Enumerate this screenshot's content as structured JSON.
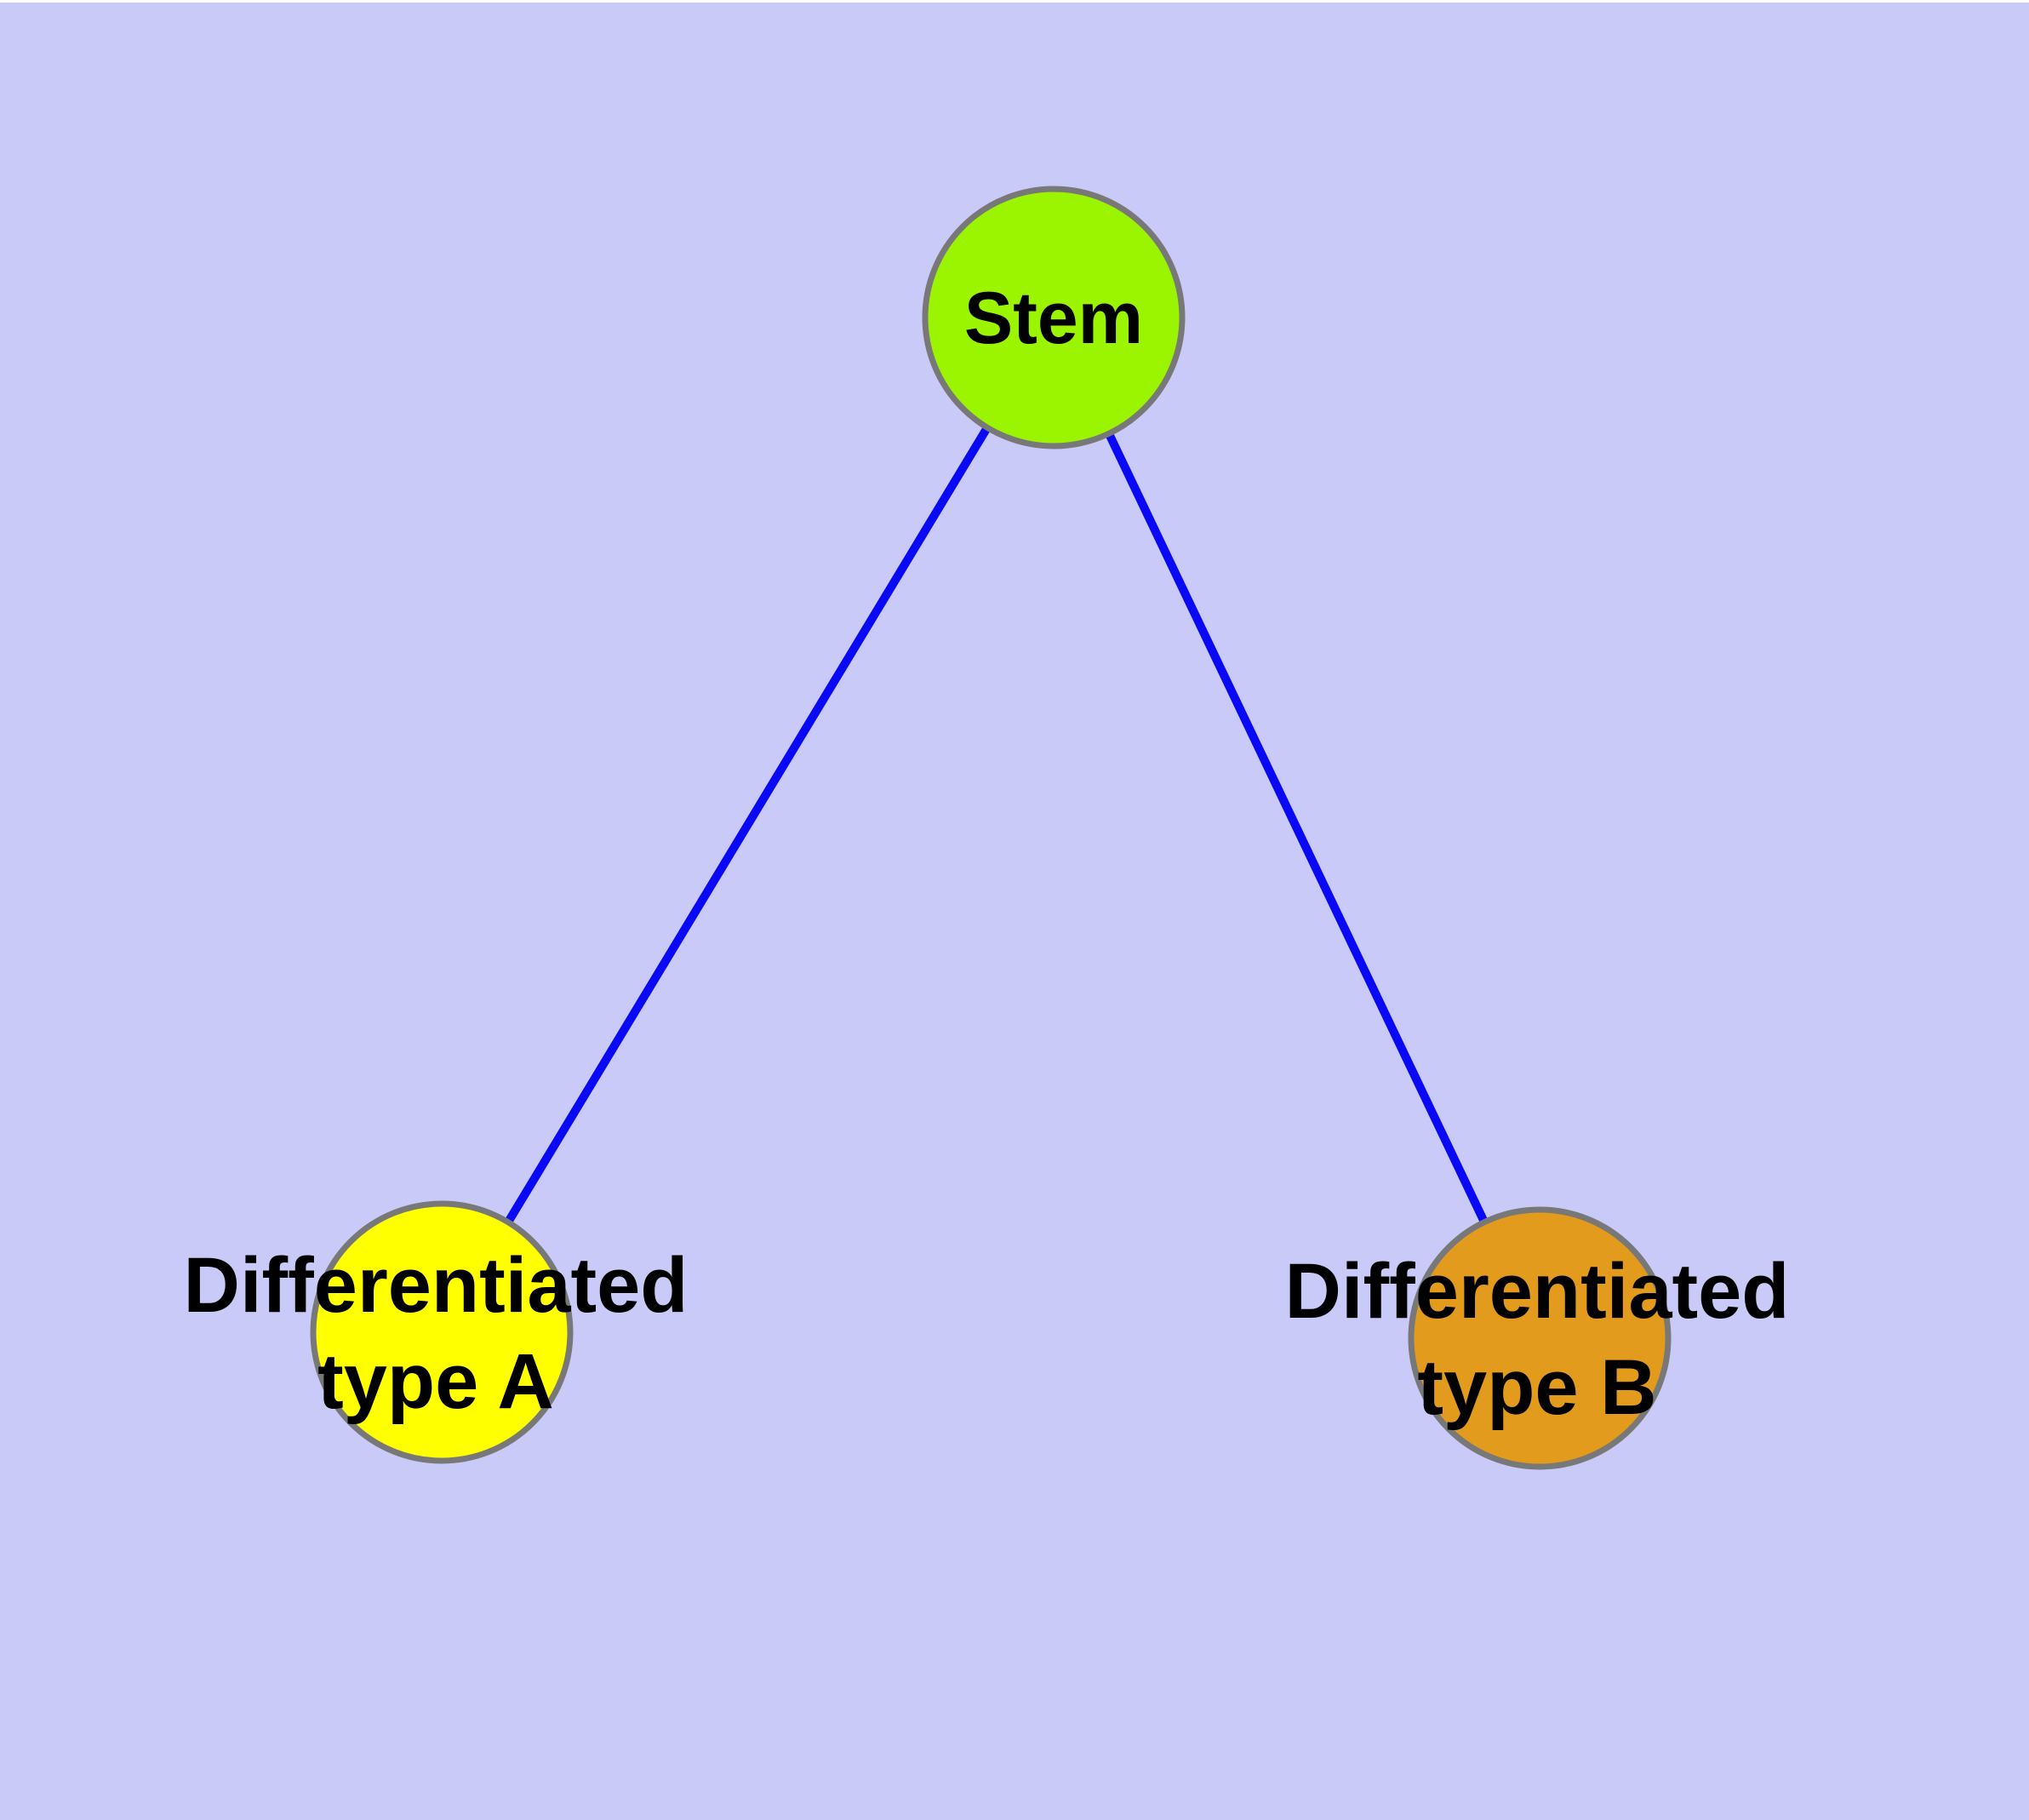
{
  "diagram": {
    "background_color": "#CACAF9",
    "top_margin_color": "#FFFFFF",
    "node_border_color": "#787878",
    "edge_color": "#0909F5",
    "label_color": "#000000",
    "nodes": [
      {
        "id": "stem",
        "label": "Stem",
        "fill": "#9BF500",
        "stroke": "#787878"
      },
      {
        "id": "differentiated-type-a",
        "label_line1": "Differentiated",
        "label_line2": "type A",
        "fill": "#FFFF00",
        "stroke": "#787878"
      },
      {
        "id": "differentiated-type-b",
        "label_line1": "Differentiated",
        "label_line2": "type B",
        "fill": "#E39B1E",
        "stroke": "#787878"
      }
    ],
    "edges": [
      {
        "from": "Stem",
        "to": "Differentiated type A",
        "color": "#0909F5"
      },
      {
        "from": "Stem",
        "to": "Differentiated type B",
        "color": "#0909F5"
      }
    ]
  }
}
